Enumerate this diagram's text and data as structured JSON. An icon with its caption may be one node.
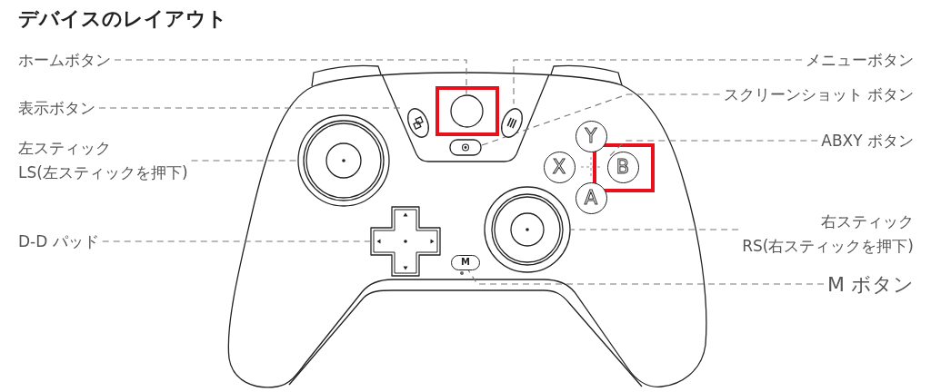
{
  "diagram": {
    "title": "デバイスのレイアウト",
    "nodes": [
      {
        "text": [
          "ホームボタン"
        ]
      },
      {
        "text": [
          "メニューボタン"
        ]
      },
      {
        "text": [
          "表示ボタン"
        ]
      },
      {
        "text": [
          "スクリーンショット ボタン"
        ]
      },
      {
        "text": [
          "左スティック",
          "LS(左スティックを押下)"
        ]
      },
      {
        "text": [
          "ABXY ボタン"
        ]
      },
      {
        "text": [
          "D-D パッド"
        ]
      },
      {
        "text": [
          "右スティック",
          "RS(右スティックを押下)"
        ]
      },
      {
        "text": [
          "M ボタン"
        ]
      },
      {
        "text": [],
        "shape": "circle"
      },
      {
        "text": [],
        "shape": "box"
      },
      {
        "text": [],
        "shape": "box"
      },
      {
        "text": [],
        "shape": "box"
      },
      {
        "text": [],
        "shape": "circle"
      },
      {
        "text": [
          "Y"
        ]
      },
      {
        "text": [
          "X"
        ]
      },
      {
        "text": [
          "B"
        ]
      },
      {
        "text": [
          "A"
        ]
      },
      {
        "text": [],
        "shape": "cross"
      },
      {
        "text": [],
        "shape": "circle"
      },
      {
        "text": [
          "M"
        ]
      }
    ],
    "edges": [
      {
        "from": 0,
        "to": 9,
        "arrow": "none",
        "style": "dashed"
      },
      {
        "from": 1,
        "to": 11,
        "arrow": "none",
        "style": "dashed"
      },
      {
        "from": 2,
        "to": 10,
        "arrow": "none",
        "style": "dashed"
      },
      {
        "from": 3,
        "to": 12,
        "arrow": "none",
        "style": "dashed"
      },
      {
        "from": 4,
        "to": 13,
        "arrow": "none",
        "style": "dashed"
      },
      {
        "from": 5,
        "to": 16,
        "arrow": "none",
        "style": "dashed"
      },
      {
        "from": 6,
        "to": 18,
        "arrow": "none",
        "style": "dashed"
      },
      {
        "from": 7,
        "to": 19,
        "arrow": "none",
        "style": "dashed"
      },
      {
        "from": 8,
        "to": 20,
        "arrow": "none",
        "style": "dashed"
      }
    ]
  }
}
